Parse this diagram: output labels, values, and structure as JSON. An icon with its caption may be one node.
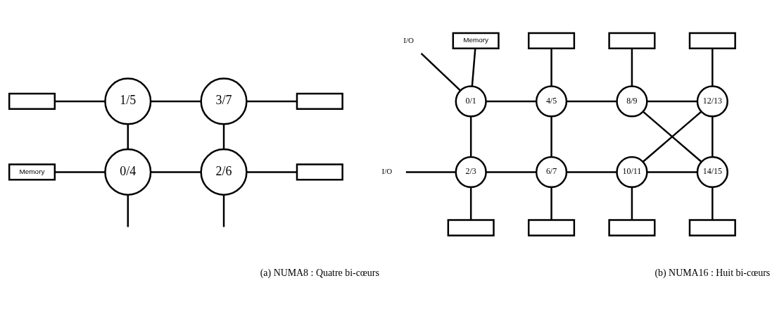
{
  "diagram": {
    "nodes": [
      {
        "text": [],
        "shape": "box"
      },
      {
        "text": [
          "1/5"
        ]
      },
      {
        "text": [
          "3/7"
        ]
      },
      {
        "text": [],
        "shape": "box"
      },
      {
        "text": [
          "Memory"
        ]
      },
      {
        "text": [
          "0/4"
        ]
      },
      {
        "text": [
          "2/6"
        ]
      },
      {
        "text": [],
        "shape": "box"
      },
      {
        "text": [
          "Memory"
        ]
      },
      {
        "text": [],
        "shape": "box"
      },
      {
        "text": [],
        "shape": "box"
      },
      {
        "text": [],
        "shape": "box"
      },
      {
        "text": [
          "I/O"
        ]
      },
      {
        "text": [
          "0/1"
        ]
      },
      {
        "text": [
          "4/5"
        ]
      },
      {
        "text": [
          "8/9"
        ]
      },
      {
        "text": [
          "12/13"
        ]
      },
      {
        "text": [
          "2/3"
        ]
      },
      {
        "text": [
          "6/7"
        ]
      },
      {
        "text": [
          "10/11"
        ]
      },
      {
        "text": [
          "14/15"
        ]
      },
      {
        "text": [
          "I/O"
        ]
      },
      {
        "text": [],
        "shape": "box"
      },
      {
        "text": [],
        "shape": "box"
      },
      {
        "text": [],
        "shape": "box"
      },
      {
        "text": [],
        "shape": "box"
      }
    ],
    "edges": [
      {
        "from": 0,
        "to": 1,
        "arrow": "none"
      },
      {
        "from": 1,
        "to": 2,
        "arrow": "none"
      },
      {
        "from": 2,
        "to": 3,
        "arrow": "none"
      },
      {
        "from": 1,
        "to": 5,
        "arrow": "none"
      },
      {
        "from": 2,
        "to": 6,
        "arrow": "none"
      },
      {
        "from": 4,
        "to": 5,
        "arrow": "none"
      },
      {
        "from": 5,
        "to": 6,
        "arrow": "none"
      },
      {
        "from": 6,
        "to": 7,
        "arrow": "none"
      },
      {
        "from": 5,
        "to": null,
        "arrow": "none"
      },
      {
        "from": 6,
        "to": null,
        "arrow": "none"
      },
      {
        "from": 8,
        "to": 13,
        "arrow": "none"
      },
      {
        "from": 9,
        "to": 14,
        "arrow": "none"
      },
      {
        "from": 10,
        "to": 15,
        "arrow": "none"
      },
      {
        "from": 11,
        "to": 16,
        "arrow": "none"
      },
      {
        "from": 12,
        "to": 13,
        "arrow": "none"
      },
      {
        "from": 13,
        "to": 14,
        "arrow": "none"
      },
      {
        "from": 14,
        "to": 15,
        "arrow": "none"
      },
      {
        "from": 15,
        "to": 16,
        "arrow": "none"
      },
      {
        "from": 13,
        "to": 17,
        "arrow": "none"
      },
      {
        "from": 14,
        "to": 18,
        "arrow": "none"
      },
      {
        "from": 16,
        "to": 20,
        "arrow": "none"
      },
      {
        "from": 15,
        "to": 20,
        "arrow": "none"
      },
      {
        "from": 16,
        "to": 19,
        "arrow": "none"
      },
      {
        "from": 17,
        "to": 18,
        "arrow": "none"
      },
      {
        "from": 18,
        "to": 19,
        "arrow": "none"
      },
      {
        "from": 19,
        "to": 20,
        "arrow": "none"
      },
      {
        "from": 21,
        "to": 17,
        "arrow": "none"
      },
      {
        "from": 17,
        "to": 22,
        "arrow": "none"
      },
      {
        "from": 18,
        "to": 23,
        "arrow": "none"
      },
      {
        "from": 19,
        "to": 24,
        "arrow": "none"
      },
      {
        "from": 20,
        "to": 25,
        "arrow": "none"
      }
    ],
    "labels": [
      "(a) NUMA8 : Quatre bi-cœurs",
      "(b) NUMA16 : Huit bi-cœurs"
    ]
  }
}
